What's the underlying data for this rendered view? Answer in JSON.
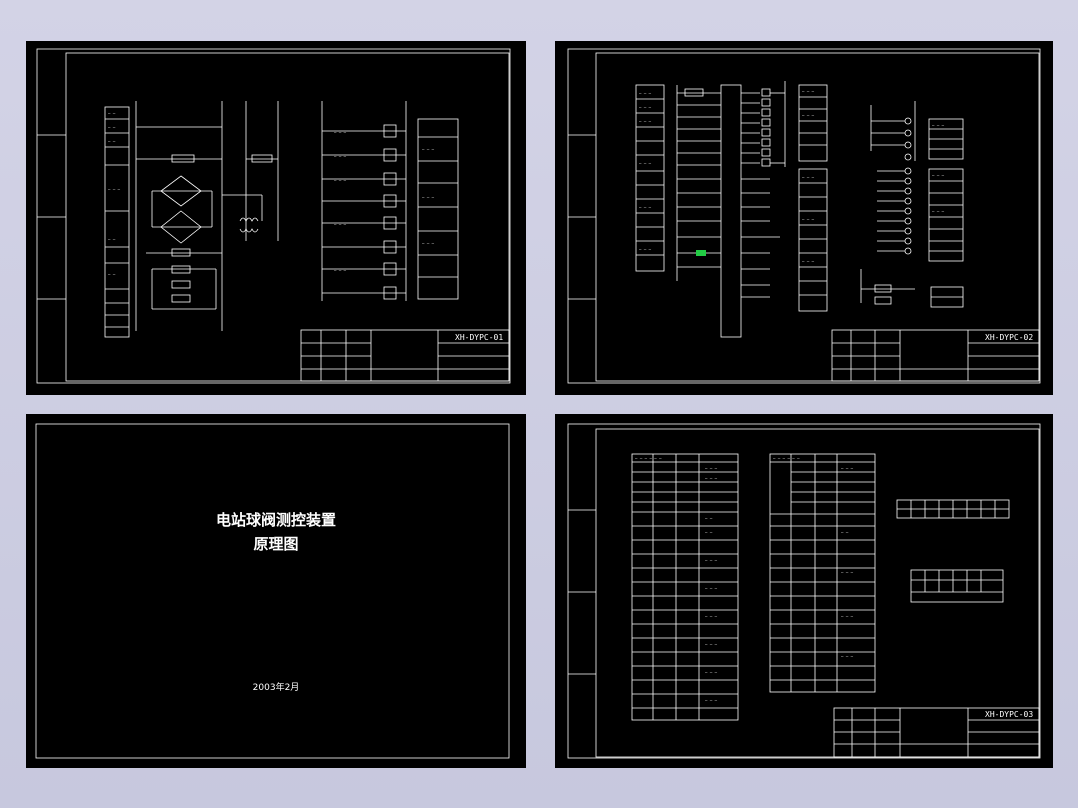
{
  "cover": {
    "title_line1": "电站球阀测控装置",
    "title_line2": "原理图",
    "date": "2003年2月"
  },
  "drawings": {
    "sheet1_number": "XH-DYPC-01",
    "sheet2_number": "XH-DYPC-02",
    "sheet3_number": "XH-DYPC-03"
  },
  "colors": {
    "sheet_bg": "#000000",
    "line": "#ffffff",
    "highlight": "#22cc44"
  }
}
